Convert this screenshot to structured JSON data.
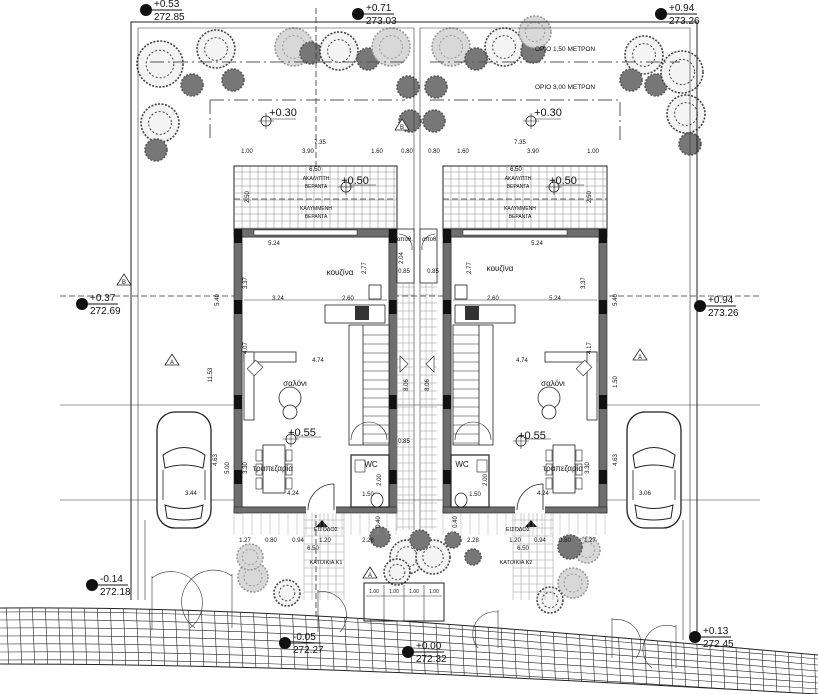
{
  "setback": {
    "limit_150": "ΟΡΙΟ 1,50 ΜΕΤΡΩΝ",
    "limit_300": "ΟΡΙΟ 3,00 ΜΕΤΡΩΝ"
  },
  "elevations": [
    {
      "rel": "+0.53",
      "abs": "272.85"
    },
    {
      "rel": "+0.71",
      "abs": "273.03"
    },
    {
      "rel": "+0.94",
      "abs": "273.26"
    },
    {
      "rel": "+0.37",
      "abs": "272.69"
    },
    {
      "rel": "+0.94",
      "abs": "273.26"
    },
    {
      "rel": "-0.14",
      "abs": "272.18"
    },
    {
      "rel": "-0.05",
      "abs": "272.27"
    },
    {
      "rel": "+0.00",
      "abs": "272.32"
    },
    {
      "rel": "+0.13",
      "abs": "272.45"
    }
  ],
  "section_marks": {
    "a": "A",
    "b": "B"
  },
  "k1": {
    "name": "ΚΑΤΟΙΚΙΑ Κ1",
    "yard_level": "+0.30",
    "veranda_level": "+0.50",
    "floor_level": "+0.55",
    "uncovered_1": "ΑΚΑΛΥΠΤΗ",
    "uncovered_2": "ΒΕΡΑΝΤΑ",
    "covered_1": "ΚΑΛΥΜΜΕΝΗ",
    "covered_2": "ΒΕΡΑΝΤΑ",
    "storage": "αποθ.",
    "kitchen": "κουζίνα",
    "living": "σαλόνι",
    "dining": "τραπεζαρία",
    "wc": "WC",
    "entrance": "ΕΙΣΟΔΟΣ",
    "top_total": "7.35",
    "top_segments": [
      "1.00",
      "3.90",
      "1.60",
      "0.80"
    ],
    "veranda_width": "6.50",
    "veranda_depth": "2.50",
    "storage_depth": "2.04",
    "storage_width": "0.85",
    "corridor_width": "0.85",
    "kitchen_width": "5.24",
    "kitchen_depth": "2.77",
    "kitchen_height": "3.37",
    "kitchen_seg_a": "3.24",
    "kitchen_seg_b": "2.60",
    "side_depth": "5.40",
    "living_depth": "4.07",
    "living_width": "4.74",
    "stair_len": "8.06",
    "dining_depth": "3.30",
    "dining_width": "4.24",
    "wc_depth": "2.00",
    "wc_width": "1.50",
    "wall_gap": "0.40",
    "side_total": "11.53",
    "side_lower": "5.00",
    "side_lower_b": "4.63",
    "parking_width": "3.44",
    "bottom_segments": [
      "1.27",
      "0.80",
      "0.94",
      "1.20",
      "2.28"
    ],
    "bottom_total": "6.50"
  },
  "k2": {
    "name": "ΚΑΤΟΙΚΙΑ Κ2",
    "yard_level": "+0.30",
    "veranda_level": "+0.50",
    "floor_level": "+0.55",
    "uncovered_1": "ΑΚΑΛΥΠΤΗ",
    "uncovered_2": "ΒΕΡΑΝΤΑ",
    "covered_1": "ΚΑΛΥΜΜΕΝΗ",
    "covered_2": "ΒΕΡΑΝΤΑ",
    "storage": "αποθ.",
    "kitchen": "κουζίνα",
    "living": "σαλόνι",
    "dining": "τραπεζαρία",
    "wc": "WC",
    "entrance": "ΕΙΣΟΔΟΣ",
    "top_total": "7.35",
    "top_segments": [
      "0.80",
      "1.60",
      "3.90",
      "1.00"
    ],
    "veranda_width": "6.50",
    "veranda_depth": "2.50",
    "corridor_width": "0.85",
    "kitchen_width": "5.24",
    "kitchen_depth": "2.77",
    "kitchen_height": "3.37",
    "kitchen_seg_a": "2.60",
    "kitchen_seg_b": "5.24",
    "side_depth": "5.40",
    "living_depth": "4.17",
    "living_width": "4.74",
    "stair_len": "8.06",
    "side_mid": "1.50",
    "dining_depth": "3.30",
    "dining_width": "4.24",
    "wc_depth": "2.00",
    "wc_width": "1.50",
    "wall_gap": "0.40",
    "side_lower": "4.63",
    "parking_width": "3.06",
    "bottom_segments": [
      "2.28",
      "1.20",
      "0.94",
      "0.80",
      "1.27"
    ],
    "bottom_total": "6.50"
  },
  "bins": [
    "1.00",
    "1.00",
    "1.00",
    "1.00"
  ]
}
